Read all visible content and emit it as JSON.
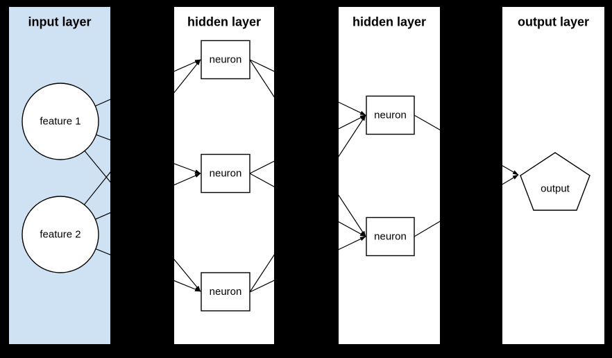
{
  "diagram": {
    "type": "neural-network",
    "background_color": "#000000",
    "edge_color": "#000000",
    "node_fill": "#ffffff",
    "node_stroke": "#000000",
    "input_panel_color": "#cfe2f3",
    "panel_color": "#ffffff"
  },
  "layers": [
    {
      "title": "input layer",
      "panel_color": "#cfe2f3",
      "nodes": [
        {
          "id": "feature-1",
          "shape": "circle",
          "label": "feature 1"
        },
        {
          "id": "feature-2",
          "shape": "circle",
          "label": "feature 2"
        }
      ]
    },
    {
      "title": "hidden layer",
      "panel_color": "#ffffff",
      "nodes": [
        {
          "id": "h1-neuron-1",
          "shape": "rectangle",
          "label": "neuron"
        },
        {
          "id": "h1-neuron-2",
          "shape": "rectangle",
          "label": "neuron"
        },
        {
          "id": "h1-neuron-3",
          "shape": "rectangle",
          "label": "neuron"
        }
      ]
    },
    {
      "title": "hidden layer",
      "panel_color": "#ffffff",
      "nodes": [
        {
          "id": "h2-neuron-1",
          "shape": "rectangle",
          "label": "neuron"
        },
        {
          "id": "h2-neuron-2",
          "shape": "rectangle",
          "label": "neuron"
        }
      ]
    },
    {
      "title": "output layer",
      "panel_color": "#ffffff",
      "nodes": [
        {
          "id": "output",
          "shape": "pentagon",
          "label": "output"
        }
      ]
    }
  ],
  "connections": [
    {
      "from": "feature-1",
      "to": "h1-neuron-1"
    },
    {
      "from": "feature-1",
      "to": "h1-neuron-2"
    },
    {
      "from": "feature-1",
      "to": "h1-neuron-3"
    },
    {
      "from": "feature-2",
      "to": "h1-neuron-1"
    },
    {
      "from": "feature-2",
      "to": "h1-neuron-2"
    },
    {
      "from": "feature-2",
      "to": "h1-neuron-3"
    },
    {
      "from": "h1-neuron-1",
      "to": "h2-neuron-1"
    },
    {
      "from": "h1-neuron-1",
      "to": "h2-neuron-2"
    },
    {
      "from": "h1-neuron-2",
      "to": "h2-neuron-1"
    },
    {
      "from": "h1-neuron-2",
      "to": "h2-neuron-2"
    },
    {
      "from": "h1-neuron-3",
      "to": "h2-neuron-1"
    },
    {
      "from": "h1-neuron-3",
      "to": "h2-neuron-2"
    },
    {
      "from": "h2-neuron-1",
      "to": "output"
    },
    {
      "from": "h2-neuron-2",
      "to": "output"
    }
  ]
}
